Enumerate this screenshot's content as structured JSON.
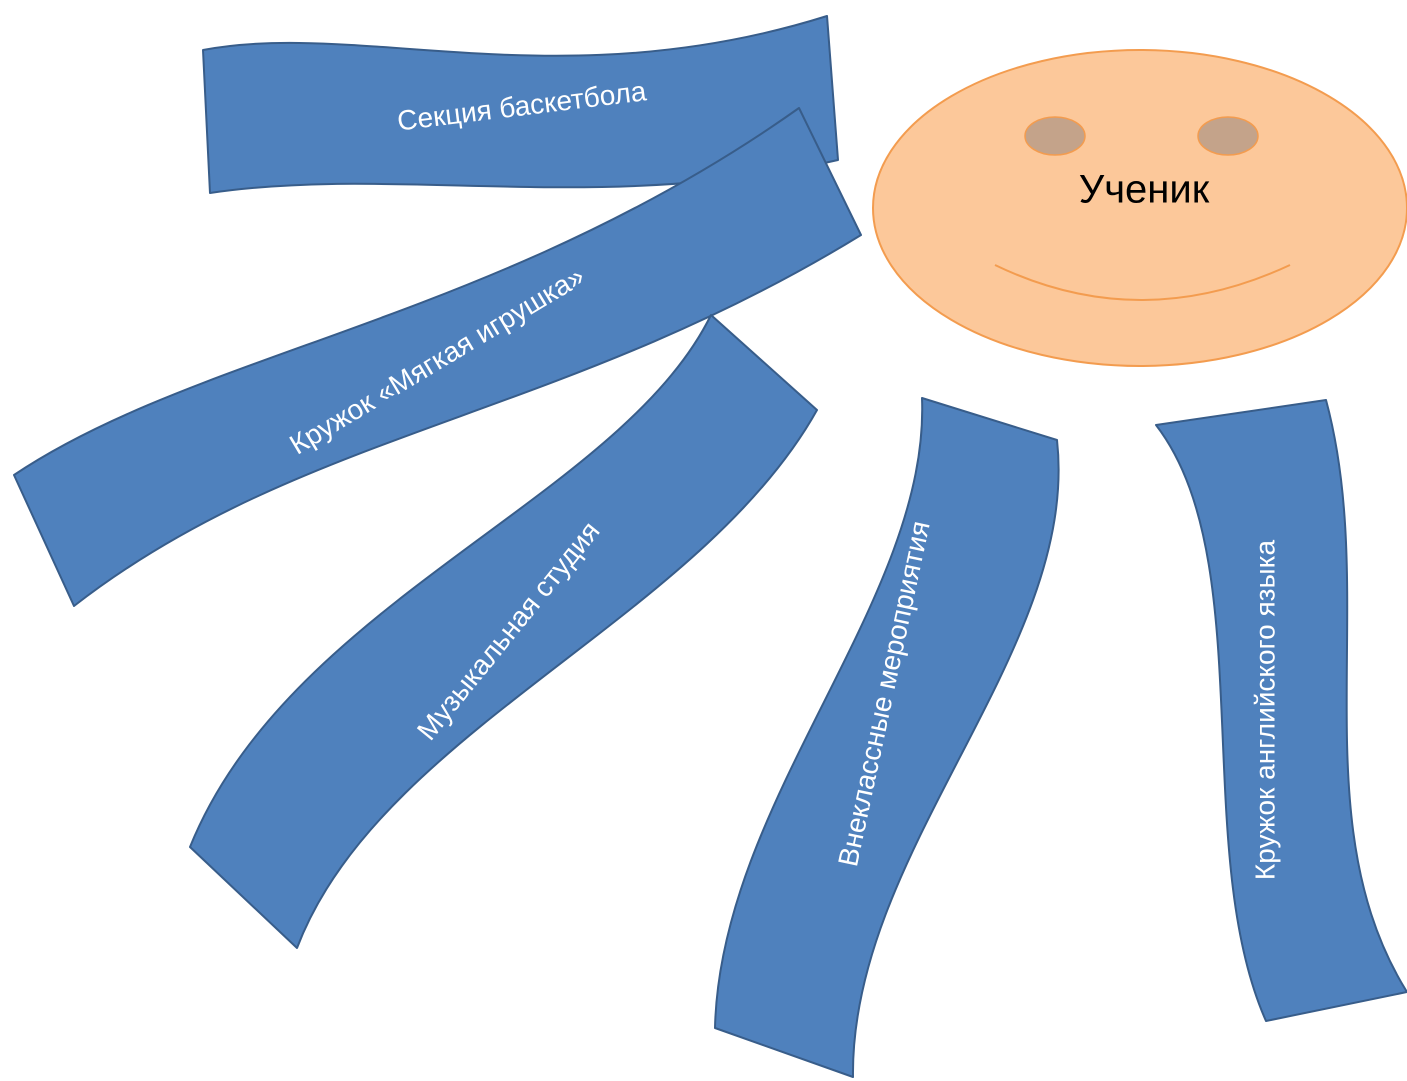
{
  "center": {
    "label": "Ученик"
  },
  "ribbons": [
    {
      "id": "basketball",
      "label": "Секция баскетбола"
    },
    {
      "id": "soft-toy",
      "label": "Кружок «Мягкая игрушка»"
    },
    {
      "id": "music",
      "label": "Музыкальная студия"
    },
    {
      "id": "extracurricular",
      "label": "Внеклассные мероприятия"
    },
    {
      "id": "english",
      "label": "Кружок английского языка"
    }
  ],
  "colors": {
    "ribbon_fill": "#4f81bd",
    "ribbon_stroke": "#385d8a",
    "face_fill": "#fcc89a",
    "face_stroke": "#f39c4f",
    "eye_fill": "#c4a38a"
  }
}
